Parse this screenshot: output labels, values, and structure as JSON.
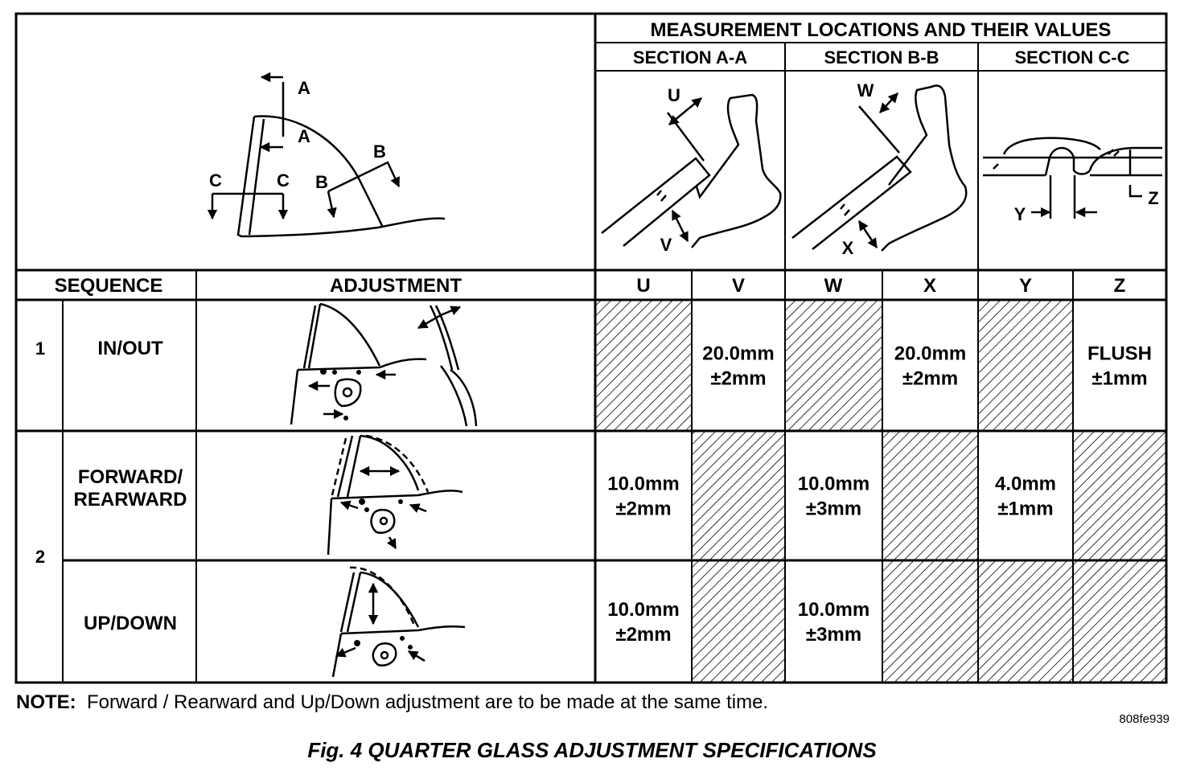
{
  "header": {
    "title": "MEASUREMENT LOCATIONS AND THEIR VALUES",
    "sections": [
      "SECTION A-A",
      "SECTION B-B",
      "SECTION C-C"
    ]
  },
  "overview_labels": [
    "A",
    "A",
    "B",
    "B",
    "C",
    "C"
  ],
  "section_labels": {
    "a": [
      "U",
      "V"
    ],
    "b": [
      "W",
      "X"
    ],
    "c": [
      "Y",
      "Z"
    ]
  },
  "table": {
    "col_sequence": "SEQUENCE",
    "col_adjustment": "ADJUSTMENT",
    "measure_cols": [
      "U",
      "V",
      "W",
      "X",
      "Y",
      "Z"
    ],
    "rows": [
      {
        "seq": "1",
        "name": "IN/OUT",
        "cells": [
          {
            "hatched": true
          },
          {
            "hatched": false,
            "line1": "20.0mm",
            "line2": "±2mm"
          },
          {
            "hatched": true
          },
          {
            "hatched": false,
            "line1": "20.0mm",
            "line2": "±2mm"
          },
          {
            "hatched": true
          },
          {
            "hatched": false,
            "line1": "FLUSH",
            "line2": "±1mm"
          }
        ]
      },
      {
        "seq": "2",
        "name_line1": "FORWARD/",
        "name_line2": "REARWARD",
        "cells": [
          {
            "hatched": false,
            "line1": "10.0mm",
            "line2": "±2mm"
          },
          {
            "hatched": true
          },
          {
            "hatched": false,
            "line1": "10.0mm",
            "line2": "±3mm"
          },
          {
            "hatched": true
          },
          {
            "hatched": false,
            "line1": "4.0mm",
            "line2": "±1mm"
          },
          {
            "hatched": true
          }
        ]
      },
      {
        "name": "UP/DOWN",
        "cells": [
          {
            "hatched": false,
            "line1": "10.0mm",
            "line2": "±2mm"
          },
          {
            "hatched": true
          },
          {
            "hatched": false,
            "line1": "10.0mm",
            "line2": "±3mm"
          },
          {
            "hatched": true
          },
          {
            "hatched": true
          },
          {
            "hatched": true
          }
        ]
      }
    ]
  },
  "note": {
    "label": "NOTE:",
    "text": "Forward / Rearward and Up/Down adjustment are to be made at the same time."
  },
  "figure_code": "808fe939",
  "caption": "Fig. 4 QUARTER GLASS ADJUSTMENT SPECIFICATIONS"
}
